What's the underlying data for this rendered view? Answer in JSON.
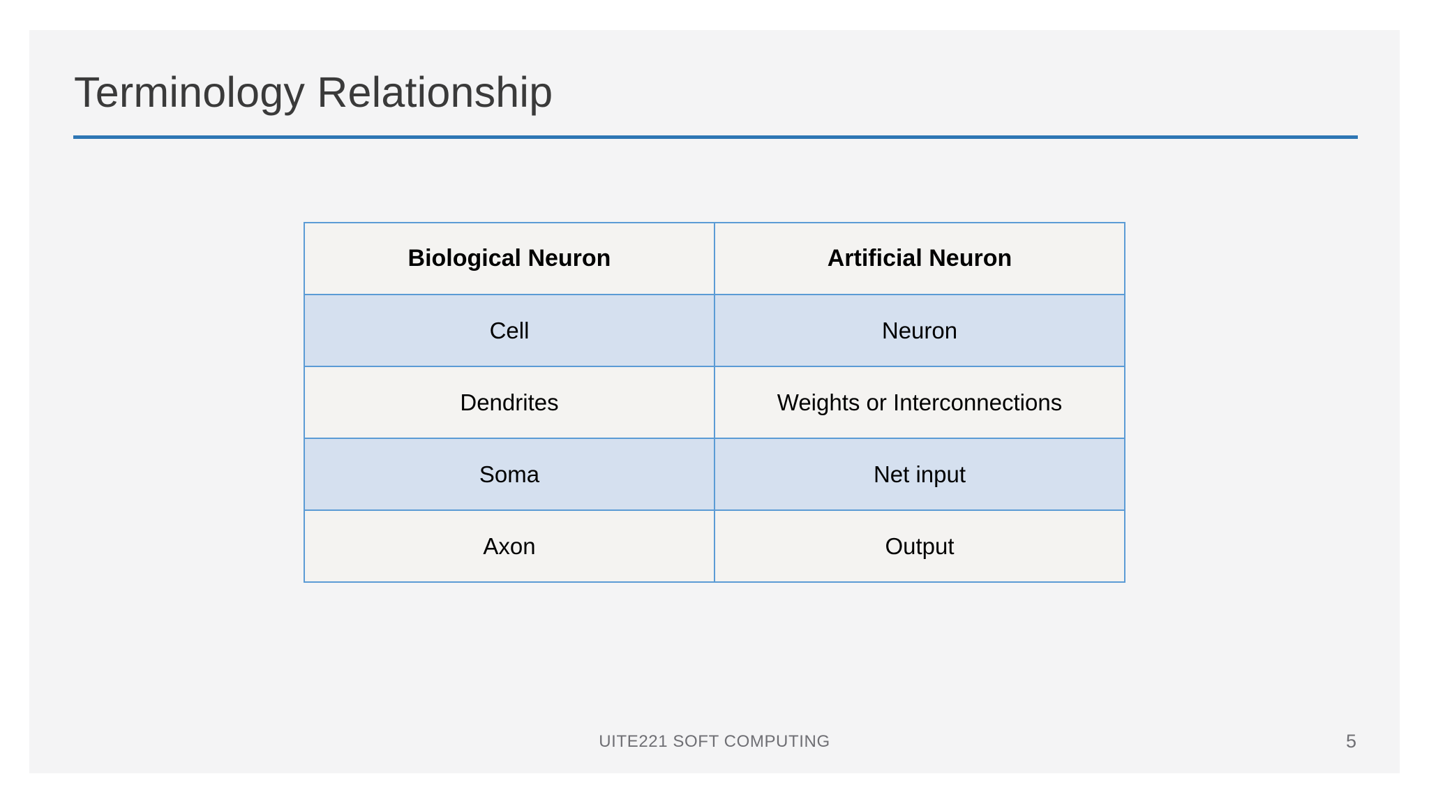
{
  "slide": {
    "title": "Terminology Relationship",
    "accent_color": "#2e76b4",
    "table_border_color": "#5b9bd5",
    "band_color": "#d5e0ef",
    "light_row_color": "#f4f3f1",
    "background_color": "#f4f4f5",
    "footer": {
      "course": "UITE221 SOFT COMPUTING",
      "page_number": "5"
    }
  },
  "table": {
    "headers": [
      "Biological Neuron",
      "Artificial Neuron"
    ],
    "rows": [
      {
        "biological": "Cell",
        "artificial": "Neuron"
      },
      {
        "biological": "Dendrites",
        "artificial": "Weights or Interconnections"
      },
      {
        "biological": "Soma",
        "artificial": "Net input"
      },
      {
        "biological": "Axon",
        "artificial": "Output"
      }
    ]
  }
}
